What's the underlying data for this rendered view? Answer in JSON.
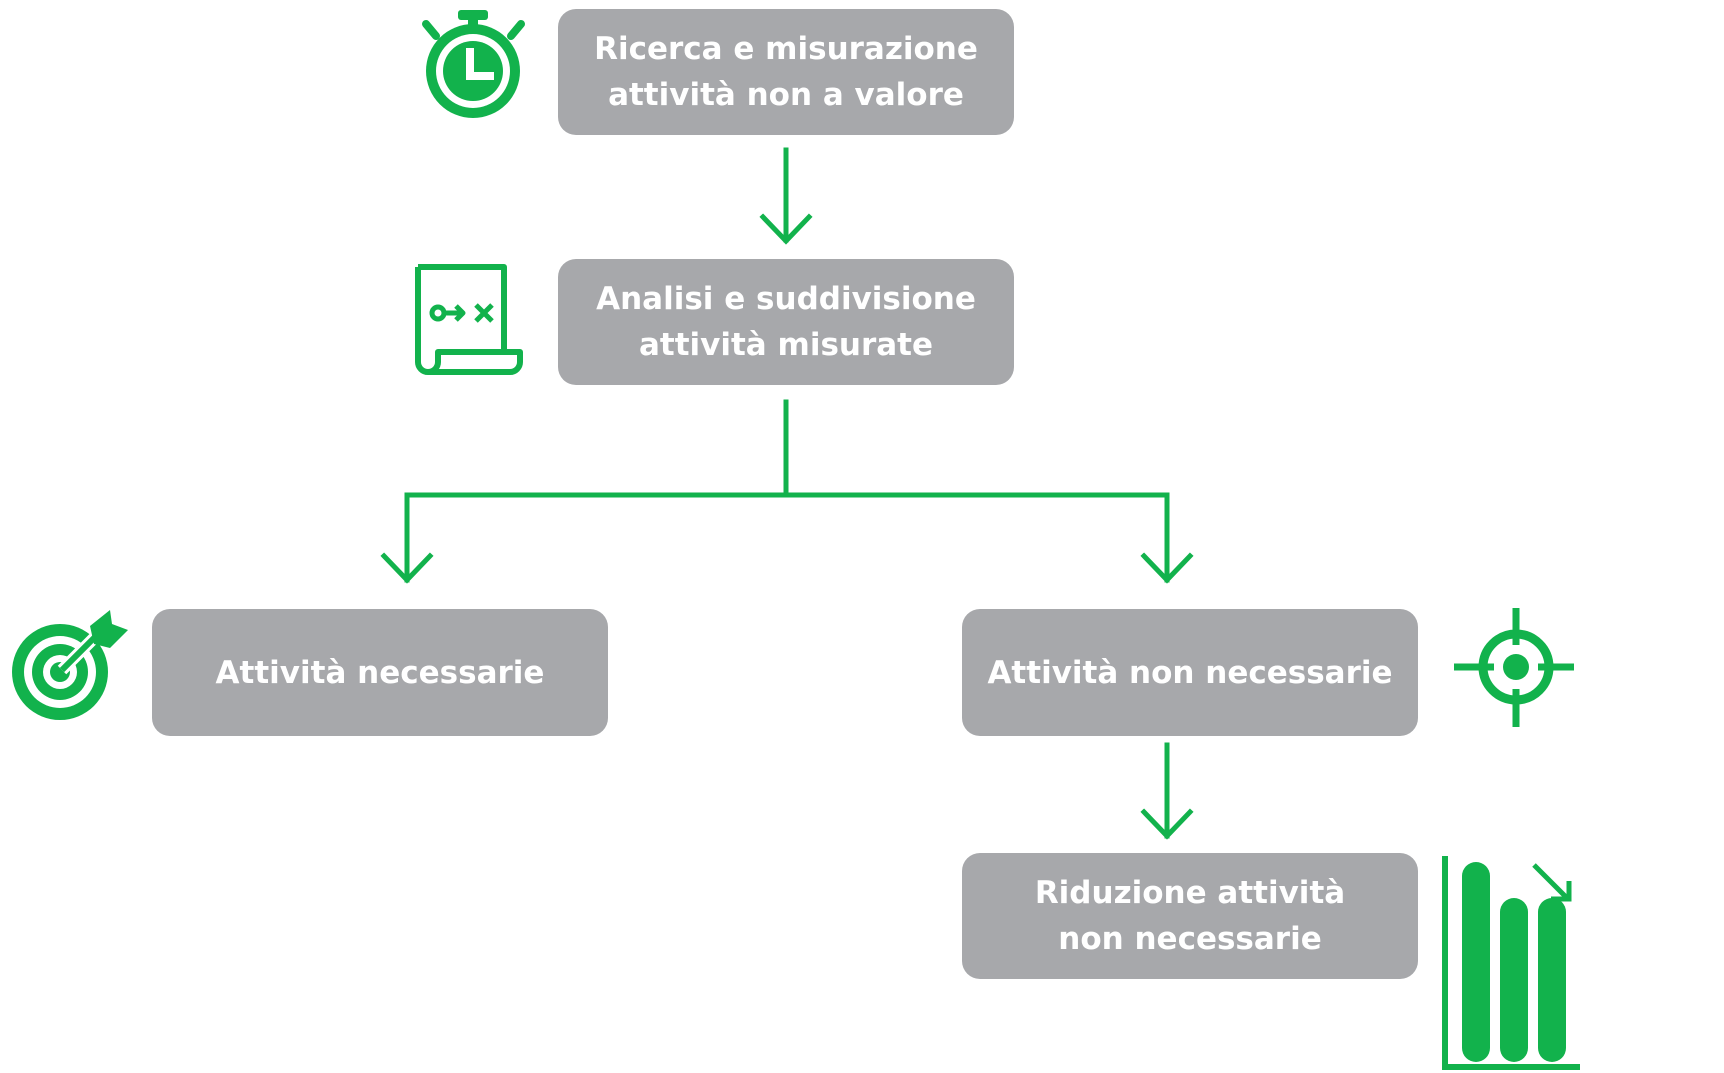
{
  "nodes": {
    "n1": {
      "line1": "Ricerca e misurazione",
      "line2": "attività non a valore"
    },
    "n2": {
      "line1": "Analisi e suddivisione",
      "line2": "attività misurate"
    },
    "n3": {
      "label": "Attività necessarie"
    },
    "n4": {
      "label": "Attività non necessarie"
    },
    "n5": {
      "line1": "Riduzione attività",
      "line2": "non necessarie"
    }
  },
  "icons": {
    "n1": "stopwatch-icon",
    "n2": "document-process-icon",
    "n3": "target-arrow-icon",
    "n4": "crosshair-icon",
    "n5": "decreasing-bar-chart-icon"
  },
  "colors": {
    "box": "#a7a8ab",
    "accent": "#12b24c",
    "text": "#ffffff"
  }
}
